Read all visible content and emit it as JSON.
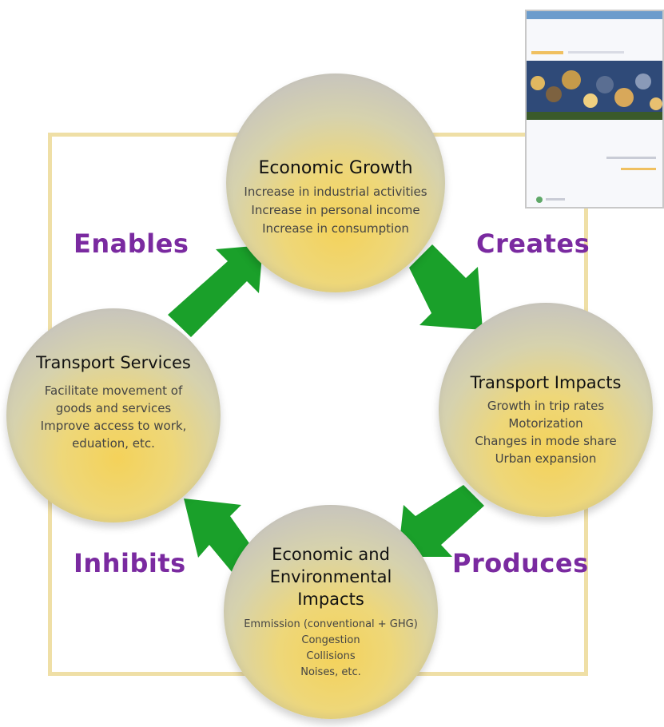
{
  "nodes": {
    "economic_growth": {
      "title": "Economic Growth",
      "lines": [
        "Increase in industrial activities",
        "Increase in personal income",
        "Increase in consumption"
      ]
    },
    "transport_impacts": {
      "title": "Transport Impacts",
      "lines": [
        "Growth in trip rates",
        "Motorization",
        "Changes in mode share",
        "Urban expansion"
      ]
    },
    "econ_env_impacts": {
      "title_lines": [
        "Economic and",
        "Environmental",
        "Impacts"
      ],
      "lines": [
        "Emmission (conventional + GHG)",
        "Congestion",
        "Collisions",
        "Noises, etc."
      ]
    },
    "transport_services": {
      "title": "Transport Services",
      "lines": [
        "Facilitate movement of",
        "goods and services",
        "Improve access to work,",
        "eduation, etc."
      ]
    }
  },
  "verbs": {
    "enables": "Enables",
    "creates": "Creates",
    "produces": "Produces",
    "inhibits": "Inhibits"
  },
  "colors": {
    "arrow": "#1aa02a",
    "verb": "#7a2aa0",
    "frame": "#efdfa6"
  }
}
